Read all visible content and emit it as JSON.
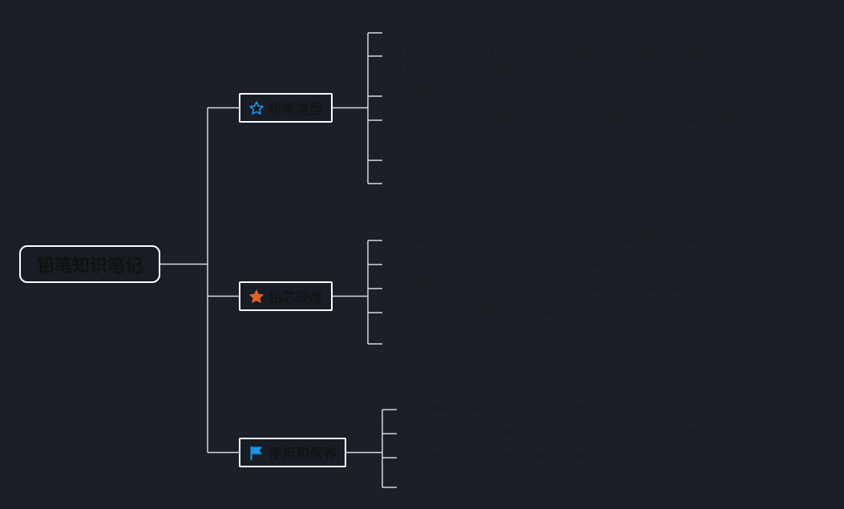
{
  "root": {
    "label": "铅笔知识笔记"
  },
  "colors": {
    "background": "#1b1f27",
    "line": "#d9d9d9",
    "star_outline": "#1a93e6",
    "star_filled": "#e2612b",
    "flag": "#1a93e6"
  },
  "branches": [
    {
      "label": "铅笔类型",
      "icon": "star-outline-icon",
      "leaves": [
        {
          "lines": [
            "1.木质铅笔："
          ]
        },
        {
          "lines": [
            "木质铅笔是使用木头制成的，内部有一根铅芯，可用刀削来获得更尖锐的笔尖。",
            "木质铅笔相对便宜，常用于书写和绘画。"
          ]
        },
        {
          "lines": [
            "2.机械铅笔："
          ]
        },
        {
          "lines": [
            "机械铅笔使用一种可替换的铅芯，通过旋转或按钮来推出铅芯，以获得更加稳定",
            "和持久的书写体验。"
          ]
        },
        {
          "lines": [
            "3.彩色铅笔："
          ]
        },
        {
          "lines": [
            ""
          ]
        }
      ]
    },
    {
      "label": "铅芯硬度",
      "icon": "star-filled-icon",
      "leaves": [
        {
          "lines": [
            "铅芯硬度标识一支铅笔的笔芯柔软或硬度。硬度等级通常以字母和数字表示："
          ]
        },
        {
          "lines": [
            "H代表硬度，范围从H2（较硬）到H9（最硬）。"
          ]
        },
        {
          "lines": [
            "B代表黑度/柔软度，范围从B2（较黑/较柔软）到B9（最黑/最柔软）。"
          ]
        },
        {
          "lines": [
            "F代表中间硬度，通常用于细节描绘。"
          ]
        },
        {
          "lines": [
            ""
          ]
        }
      ]
    },
    {
      "label": "使用和保养",
      "icon": "flag-icon",
      "leaves": [
        {
          "lines": [
            "1.正确握笔：握笔时应保持自然的姿势，避免用力过猛。"
          ]
        },
        {
          "lines": [
            "2.保持尖锐：使用铅笔削尖机或刀片将笔尖削尖，以获得更流畅写字体验。"
          ]
        },
        {
          "lines": [
            "3.保持清洁：定期使用橡皮擦擦除铅笔痕迹和污渍。"
          ]
        },
        {
          "lines": [
            ""
          ]
        }
      ]
    }
  ]
}
